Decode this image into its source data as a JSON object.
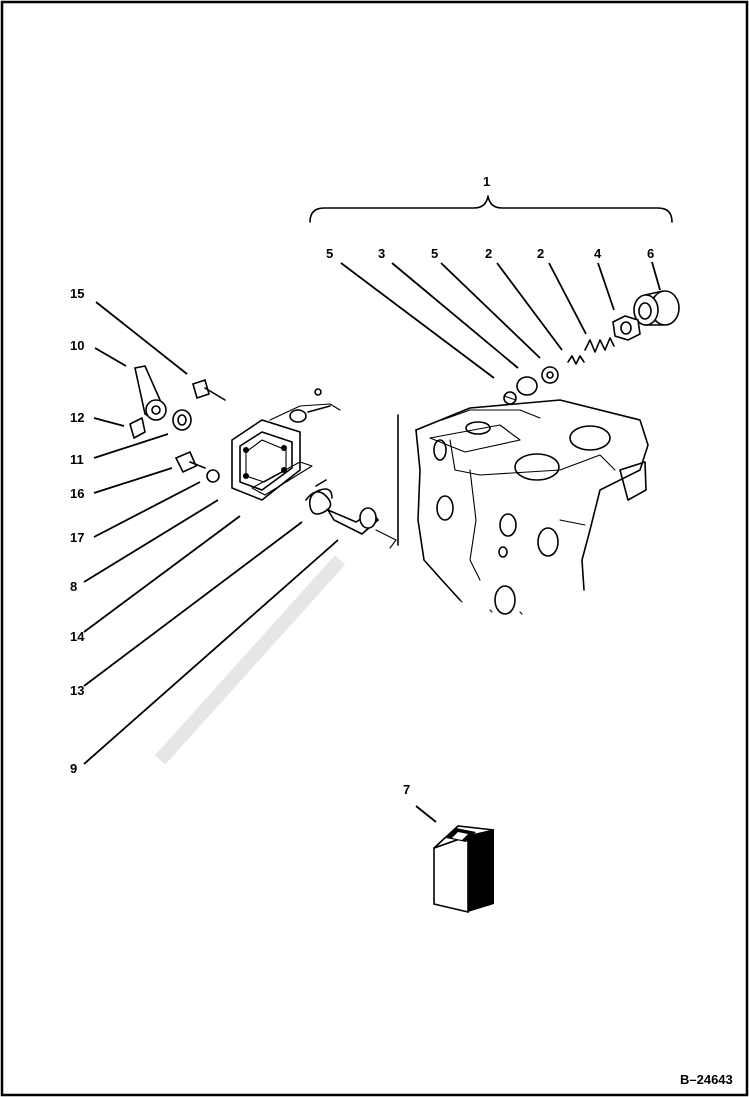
{
  "callouts": {
    "c1": "1",
    "c5a": "5",
    "c3": "3",
    "c5b": "5",
    "c2a": "2",
    "c2b": "2",
    "c4": "4",
    "c6": "6",
    "c15": "15",
    "c10": "10",
    "c12": "12",
    "c11": "11",
    "c16": "16",
    "c17": "17",
    "c8": "8",
    "c14": "14",
    "c13": "13",
    "c9": "9",
    "c7": "7"
  },
  "figure_id": "B–24643",
  "colors": {
    "ink": "#000000",
    "paper": "#ffffff"
  }
}
